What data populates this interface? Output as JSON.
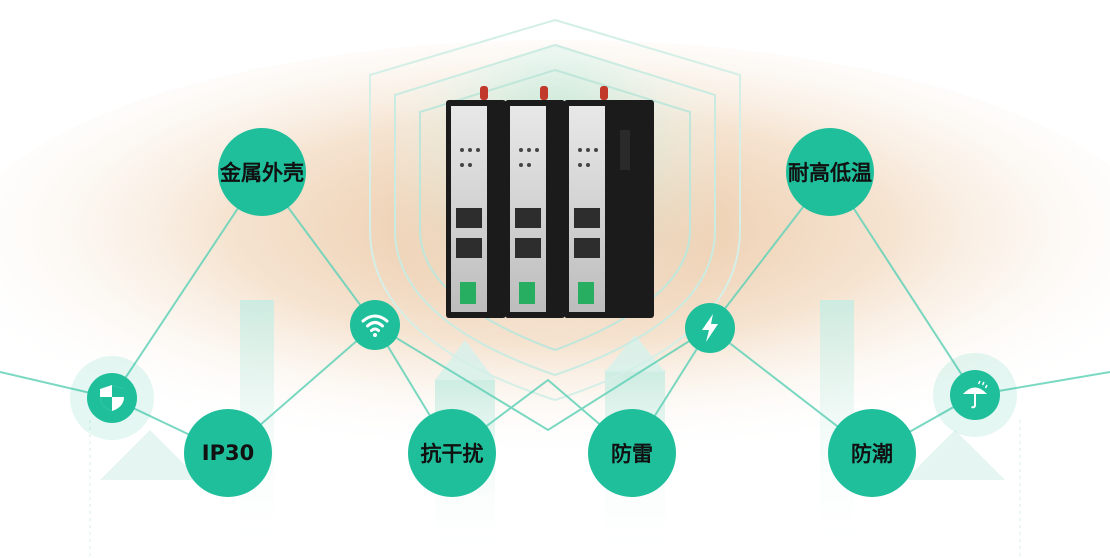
{
  "accent": "#1fbf9c",
  "features": {
    "metal_case": "金属外壳",
    "temp": "耐高低温",
    "ip30": "IP30",
    "anti_interference": "抗干扰",
    "lightning": "防雷",
    "moisture": "防潮"
  },
  "icons": {
    "shield": "shield-icon",
    "wifi": "wifi-icon",
    "lightning": "lightning-icon",
    "umbrella": "umbrella-icon"
  }
}
